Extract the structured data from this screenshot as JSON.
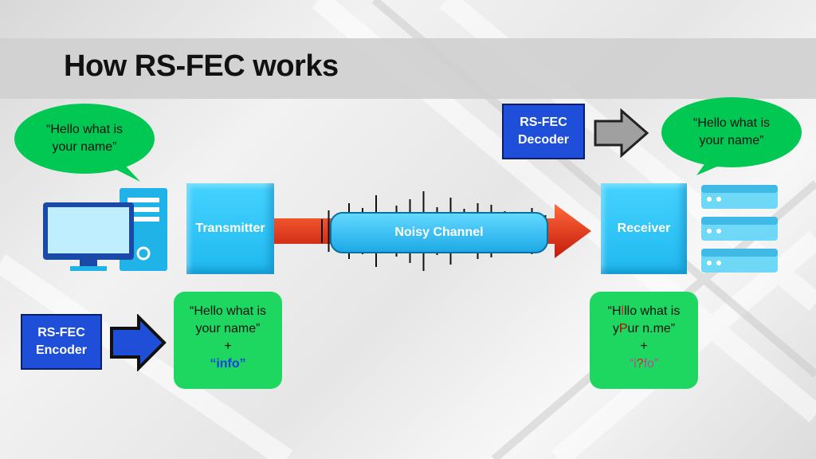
{
  "title": "How RS-FEC works",
  "sender_bubble": {
    "line1": "“Hello what is",
    "line2": "your name”"
  },
  "receiver_bubble": {
    "line1": "“Hello what is",
    "line2": "your name”"
  },
  "decoder": {
    "line1": "RS-FEC",
    "line2": "Decoder"
  },
  "encoder": {
    "line1": "RS-FEC",
    "line2": "Encoder"
  },
  "transmitter_label": "Transmitter",
  "receiver_label": "Receiver",
  "channel_label": "Noisy Channel",
  "encoded_message": {
    "line1": "“Hello what is",
    "line2": "your name”",
    "plus": "+",
    "info": "“info”"
  },
  "received_message": {
    "line1_a": "“H",
    "line1_err": "l",
    "line1_b": "llo what is",
    "line2_a": "y",
    "line2_err": "P",
    "line2_b": "ur n.me”",
    "plus": "+",
    "info_a": "“i",
    "info_err": "?",
    "info_b": "fo”"
  },
  "colors": {
    "bubble_green": "#00c853",
    "box_green": "#1ed760",
    "encoder_blue": "#1f4fd8",
    "device_cyan": "#2fc7f7",
    "arrow_red": "#e53010",
    "info_blue": "#1a3fe0",
    "error_red": "#e02020"
  },
  "icons": [
    "computer-icon",
    "server-icon",
    "block-arrow-icon",
    "waveform-icon"
  ]
}
